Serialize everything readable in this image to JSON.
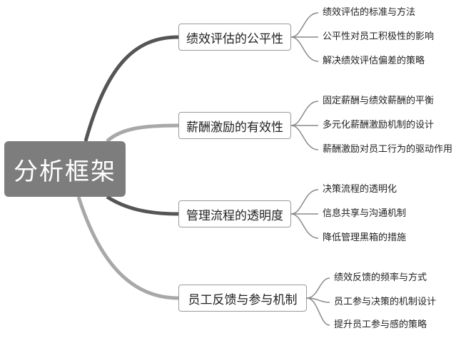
{
  "root": {
    "label": "分析框架"
  },
  "branches": [
    {
      "label": "绩效评估的公平性",
      "leaves": [
        "绩效评估的标准与方法",
        "公平性对员工积极性的影响",
        "解决绩效评估偏差的策略"
      ]
    },
    {
      "label": "薪酬激励的有效性",
      "leaves": [
        "固定薪酬与绩效薪酬的平衡",
        "多元化薪酬激励机制的设计",
        "薪酬激励对员工行为的驱动作用"
      ]
    },
    {
      "label": "管理流程的透明度",
      "leaves": [
        "决策流程的透明化",
        "信息共享与沟通机制",
        "降低管理黑箱的措施"
      ]
    },
    {
      "label": "员工反馈与参与机制",
      "leaves": [
        "绩效反馈的频率与方式",
        "员工参与决策的机制设计",
        "提升员工参与感的策略"
      ]
    }
  ],
  "colors": {
    "root_fill": "#7d7d7d",
    "branch_border": "#9a9a9a",
    "link_dark": "#555555",
    "link_light": "#a8a8a8",
    "leaf_line": "#8a8a8a"
  }
}
